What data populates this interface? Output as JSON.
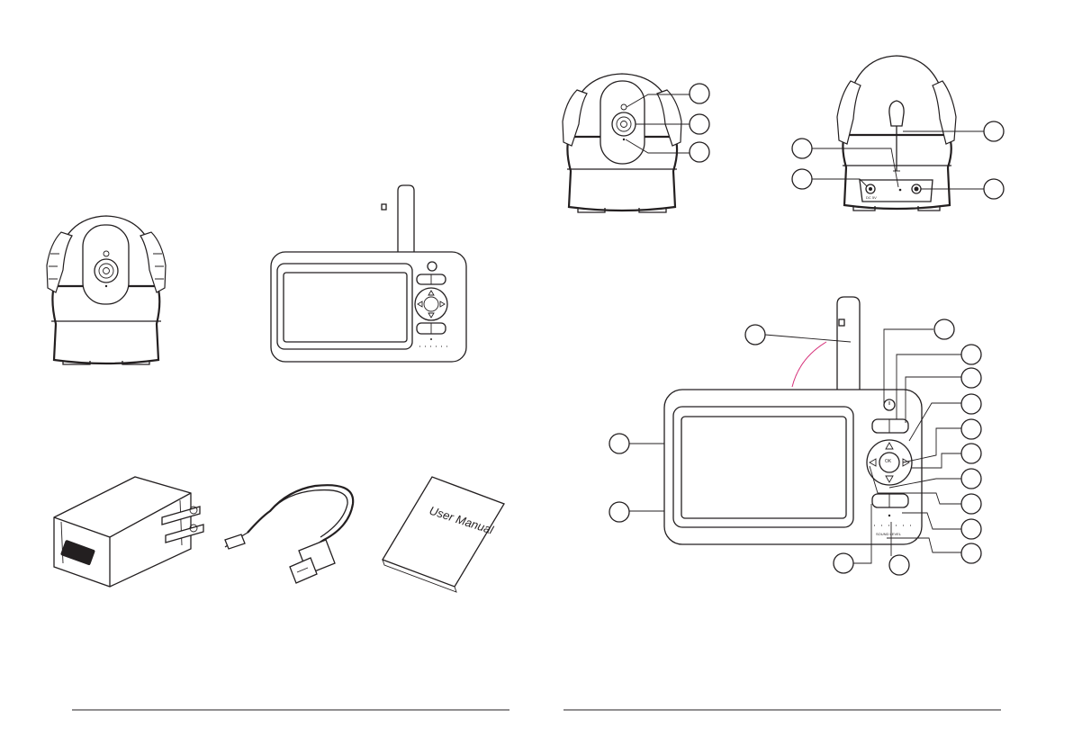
{
  "manual": {
    "title": "User Manual"
  },
  "monitor": {
    "ok_label": "OK",
    "sound_level_label": "SOUND LEVEL"
  },
  "camera_back": {
    "port_label": "DC 5V"
  },
  "colors": {
    "line": "#231f20",
    "accent_arc": "#d6317a",
    "background": "#ffffff"
  }
}
